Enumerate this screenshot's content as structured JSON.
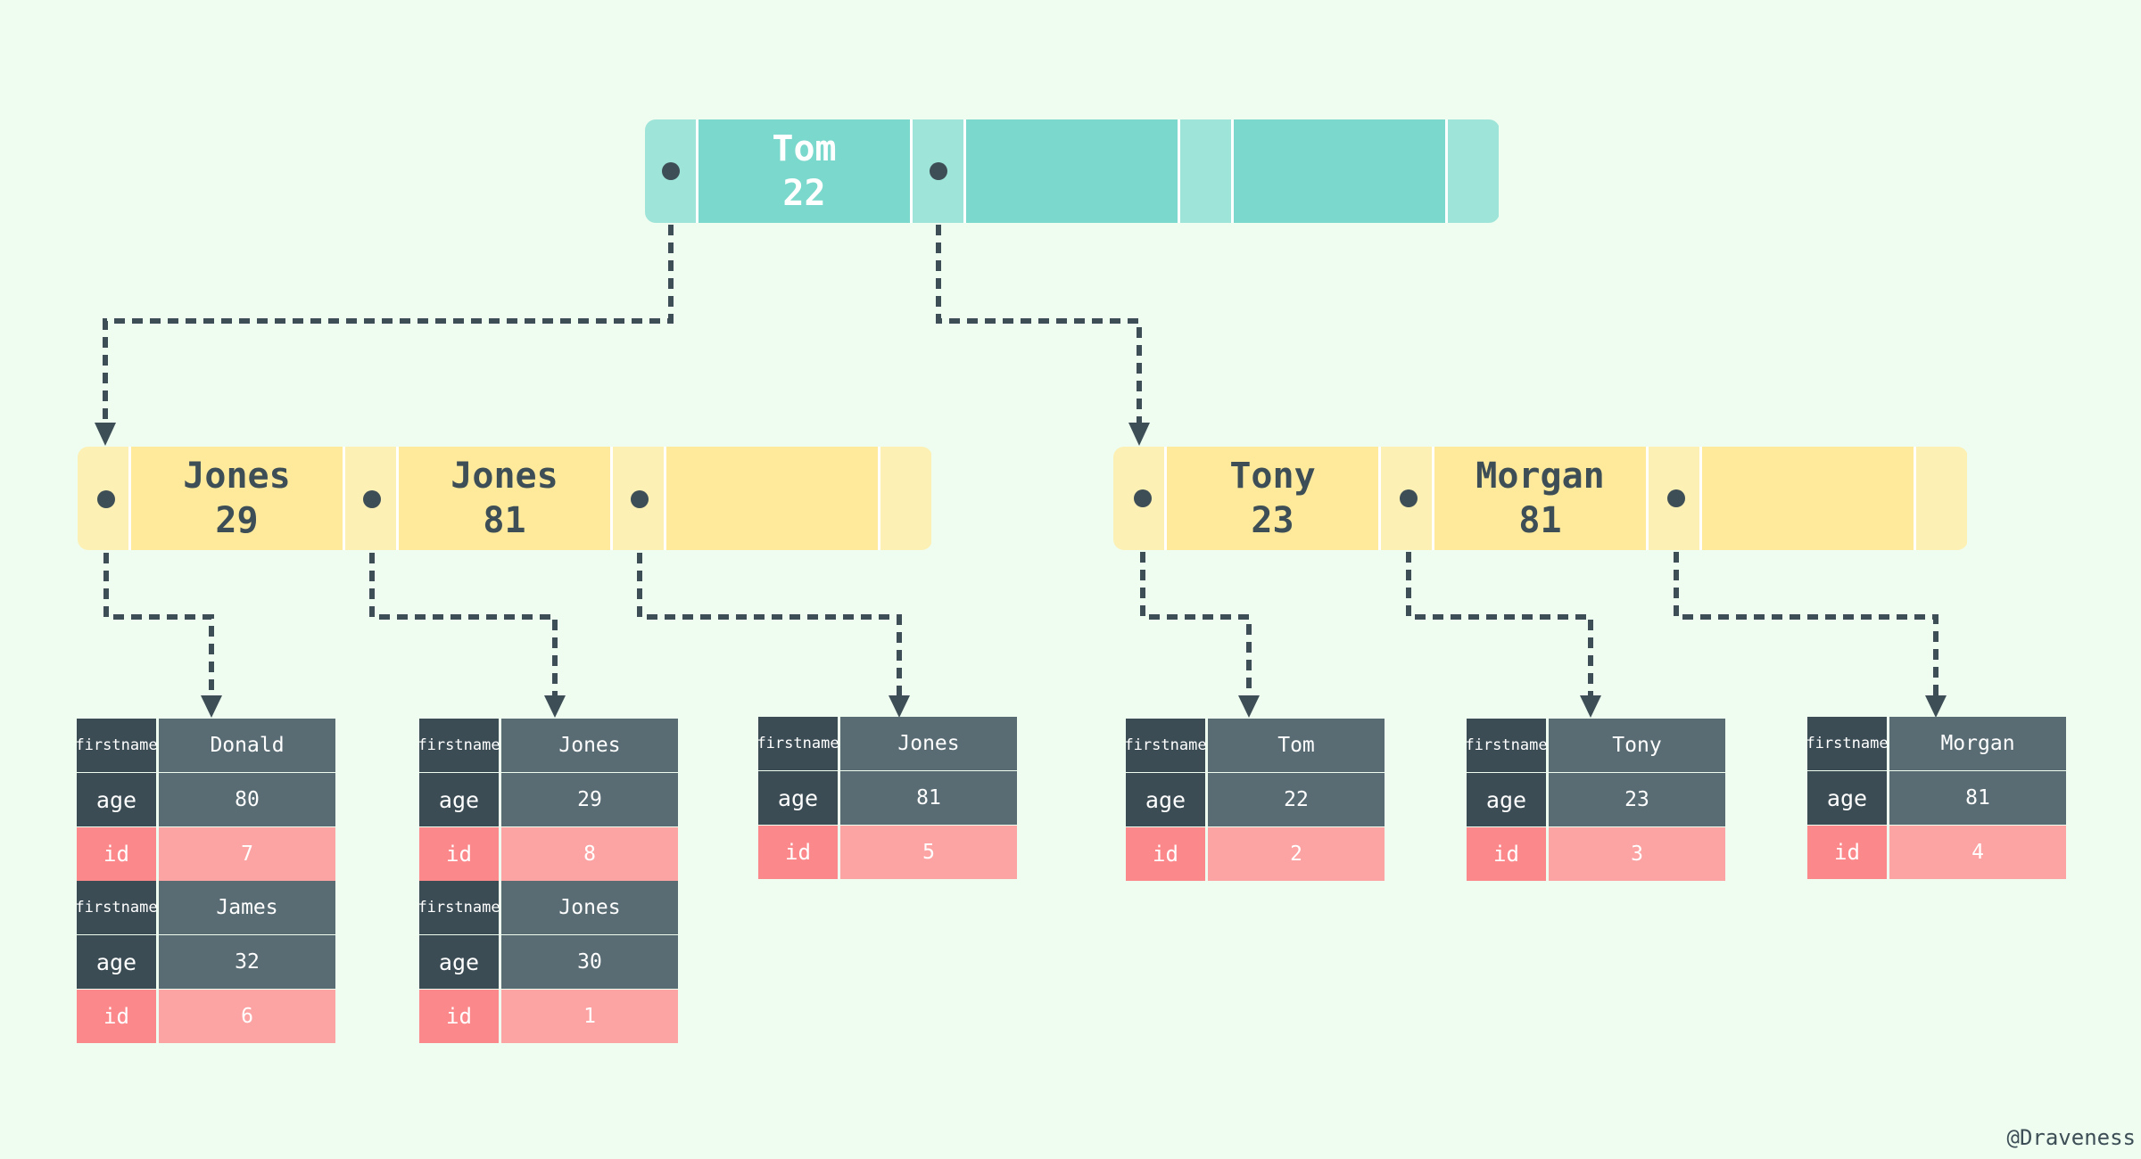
{
  "root_node": {
    "keys": [
      {
        "name": "Tom",
        "value": "22"
      },
      {
        "name": "",
        "value": ""
      },
      {
        "name": "",
        "value": ""
      }
    ]
  },
  "left_node": {
    "keys": [
      {
        "name": "Jones",
        "value": "29"
      },
      {
        "name": "Jones",
        "value": "81"
      },
      {
        "name": "",
        "value": ""
      }
    ]
  },
  "right_node": {
    "keys": [
      {
        "name": "Tony",
        "value": "23"
      },
      {
        "name": "Morgan",
        "value": "81"
      },
      {
        "name": "",
        "value": ""
      }
    ]
  },
  "labels": {
    "first_name": [
      "first",
      "name"
    ],
    "age": "age",
    "id": "id"
  },
  "records": [
    {
      "first_name": "Donald",
      "age": "80",
      "id": "7"
    },
    {
      "first_name": "James",
      "age": "32",
      "id": "6"
    },
    {
      "first_name": "Jones",
      "age": "29",
      "id": "8"
    },
    {
      "first_name": "Jones",
      "age": "30",
      "id": "1"
    },
    {
      "first_name": "Jones",
      "age": "81",
      "id": "5"
    },
    {
      "first_name": "Tom",
      "age": "22",
      "id": "2"
    },
    {
      "first_name": "Tony",
      "age": "23",
      "id": "3"
    },
    {
      "first_name": "Morgan",
      "age": "81",
      "id": "4"
    }
  ],
  "credit": "@Draveness",
  "colors": {
    "background": "#eefdf0",
    "root_key": "#7ad8cc",
    "root_pointer": "#9ee4d8",
    "inner_key": "#ffea9c",
    "inner_pointer": "#fcf0b4",
    "record_label_dark": "#3b4c55",
    "record_value_dark": "#596c74",
    "id_label": "#fb898c",
    "id_value": "#fca4a3",
    "connector": "#3d4e56"
  }
}
